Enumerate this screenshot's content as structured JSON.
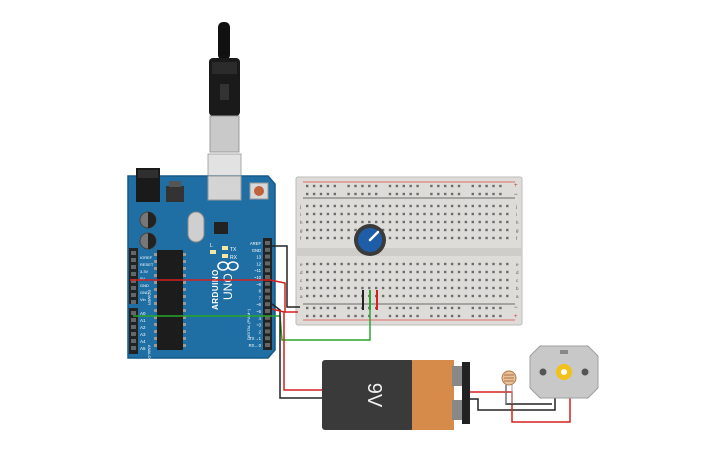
{
  "arduino": {
    "brand": "ARDUINO",
    "model": "UNO",
    "icon": "infinity-logo-icon",
    "power_labels": [
      "IOREF",
      "RESET",
      "3.3V",
      "5V",
      "GND",
      "GND",
      "Vin"
    ],
    "power_header": "POWER",
    "analog_labels": [
      "A0",
      "A1",
      "A2",
      "A3",
      "A4",
      "A5"
    ],
    "analog_header": "ANALOG IN",
    "digital_labels": [
      "AREF",
      "GND",
      "13",
      "12",
      "~11",
      "~10",
      "~9",
      "8",
      "7",
      "~6",
      "~5",
      "4",
      "~3",
      "2",
      "TX→1",
      "RX←0"
    ],
    "digital_header": "DIGITAL (PWM~)",
    "tx_label": "TX",
    "rx_label": "RX",
    "led_label": "L"
  },
  "breadboard": {
    "row_letters_top": [
      "j",
      "i",
      "h",
      "g",
      "f"
    ],
    "row_letters_bottom": [
      "e",
      "d",
      "c",
      "b",
      "a"
    ],
    "plus": "+",
    "minus": "−",
    "columns": 30
  },
  "battery": {
    "label": "9V"
  },
  "components": {
    "potentiometer": "potentiometer-icon",
    "photoresistor": "photoresistor-icon",
    "motor": "dc-motor-icon",
    "usb": "usb-cable-icon"
  },
  "colors": {
    "board": "#1f6fa4",
    "breadboard": "#dedcd8",
    "wire_red": "#d42020",
    "wire_black": "#222222",
    "wire_green": "#2aa52a",
    "battery_body": "#3a3a3a",
    "battery_cap": "#d78b4b",
    "pot": "#1e5ea8",
    "motor": "#c8c8c8",
    "motor_hub": "#f2c21b"
  }
}
